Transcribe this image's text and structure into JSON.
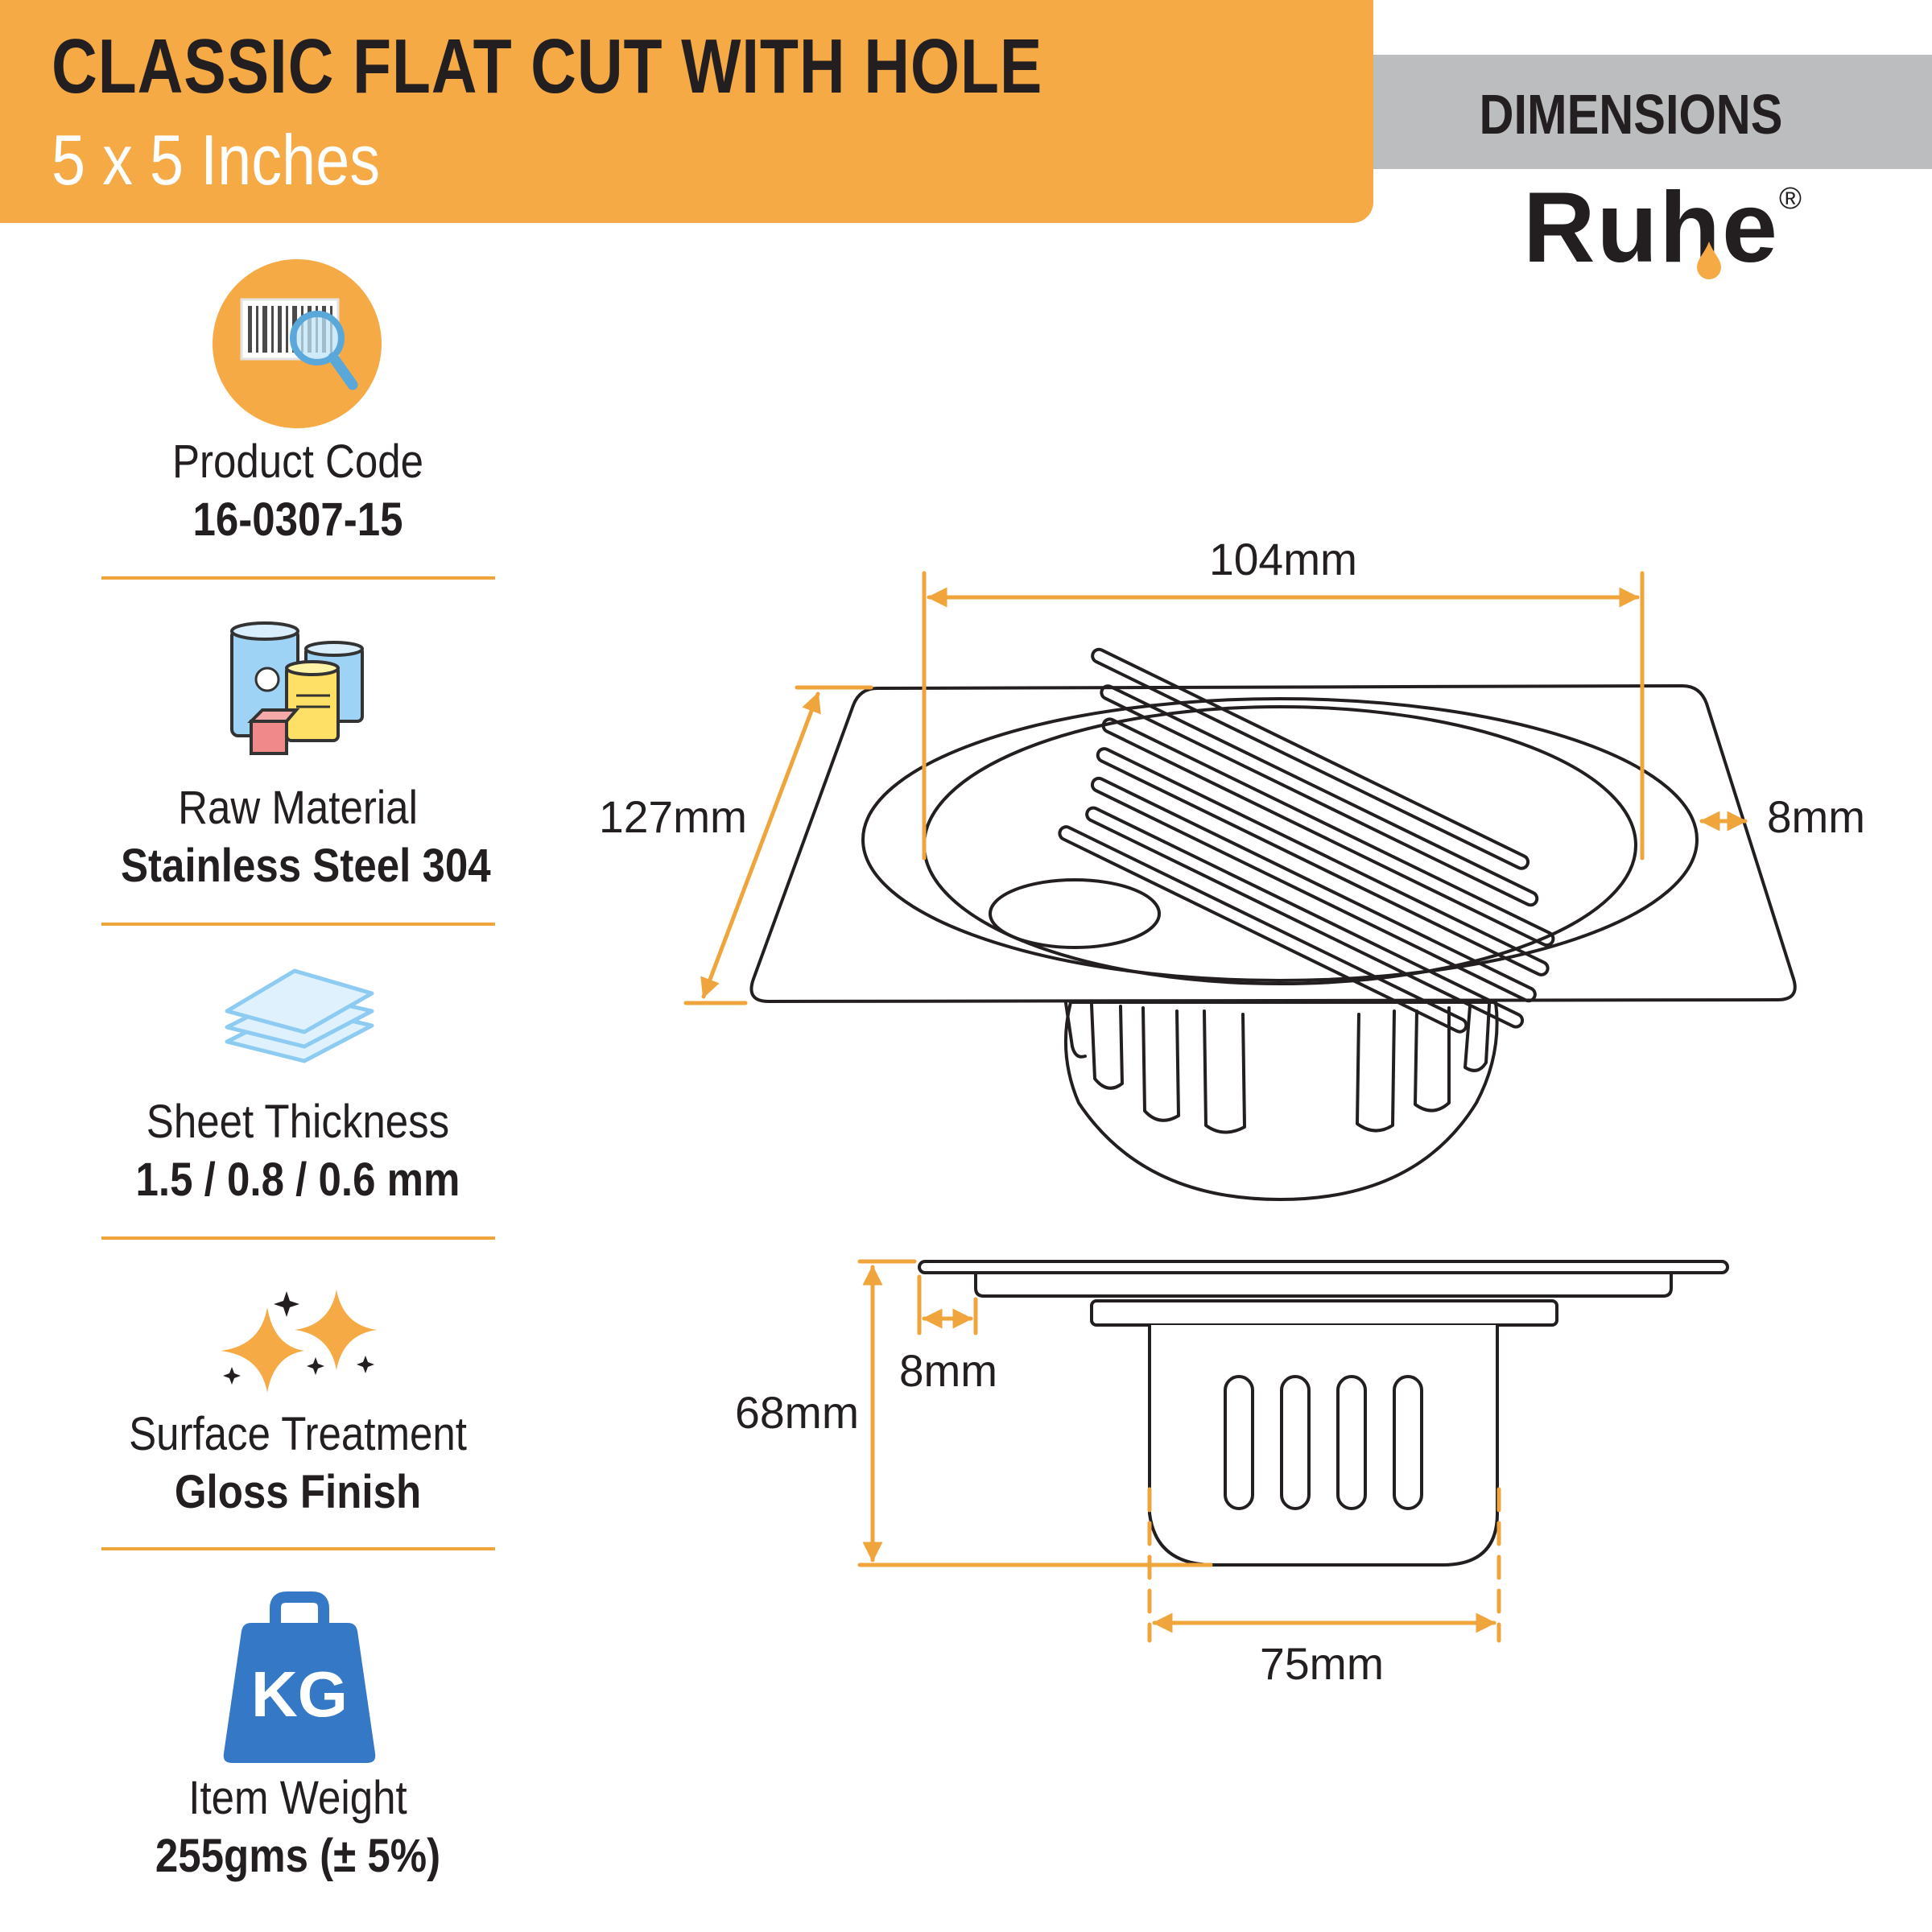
{
  "header": {
    "title": "CLASSIC FLAT CUT WITH HOLE",
    "subtitle": "5 x 5 Inches",
    "section_label": "DIMENSIONS",
    "brand": "Ruhe",
    "brand_mark": "®"
  },
  "specs": [
    {
      "label": "Product Code",
      "value": "16-0307-15",
      "icon": "barcode-search-icon"
    },
    {
      "label": "Raw Material",
      "value": "Stainless Steel 304",
      "icon": "material-cans-icon"
    },
    {
      "label": "Sheet Thickness",
      "value": "1.5 / 0.8 / 0.6 mm",
      "icon": "sheet-layers-icon"
    },
    {
      "label": "Surface Treatment",
      "value": "Gloss Finish",
      "icon": "sparkle-icon"
    },
    {
      "label": "Item Weight",
      "value": "255gms (± 5%)",
      "icon": "weight-kg-icon",
      "icon_text": "KG"
    }
  ],
  "dimensions": {
    "top_width": "104mm",
    "side_length": "127mm",
    "rim": "8mm",
    "height": "68mm",
    "flange": "8mm",
    "body_diameter": "75mm"
  },
  "colors": {
    "banner": "#f6aa45",
    "accent": "#f0a53c",
    "dimension_bar": "#bcbdbf",
    "text": "#231f20",
    "icon_blue": "#3478c6"
  }
}
